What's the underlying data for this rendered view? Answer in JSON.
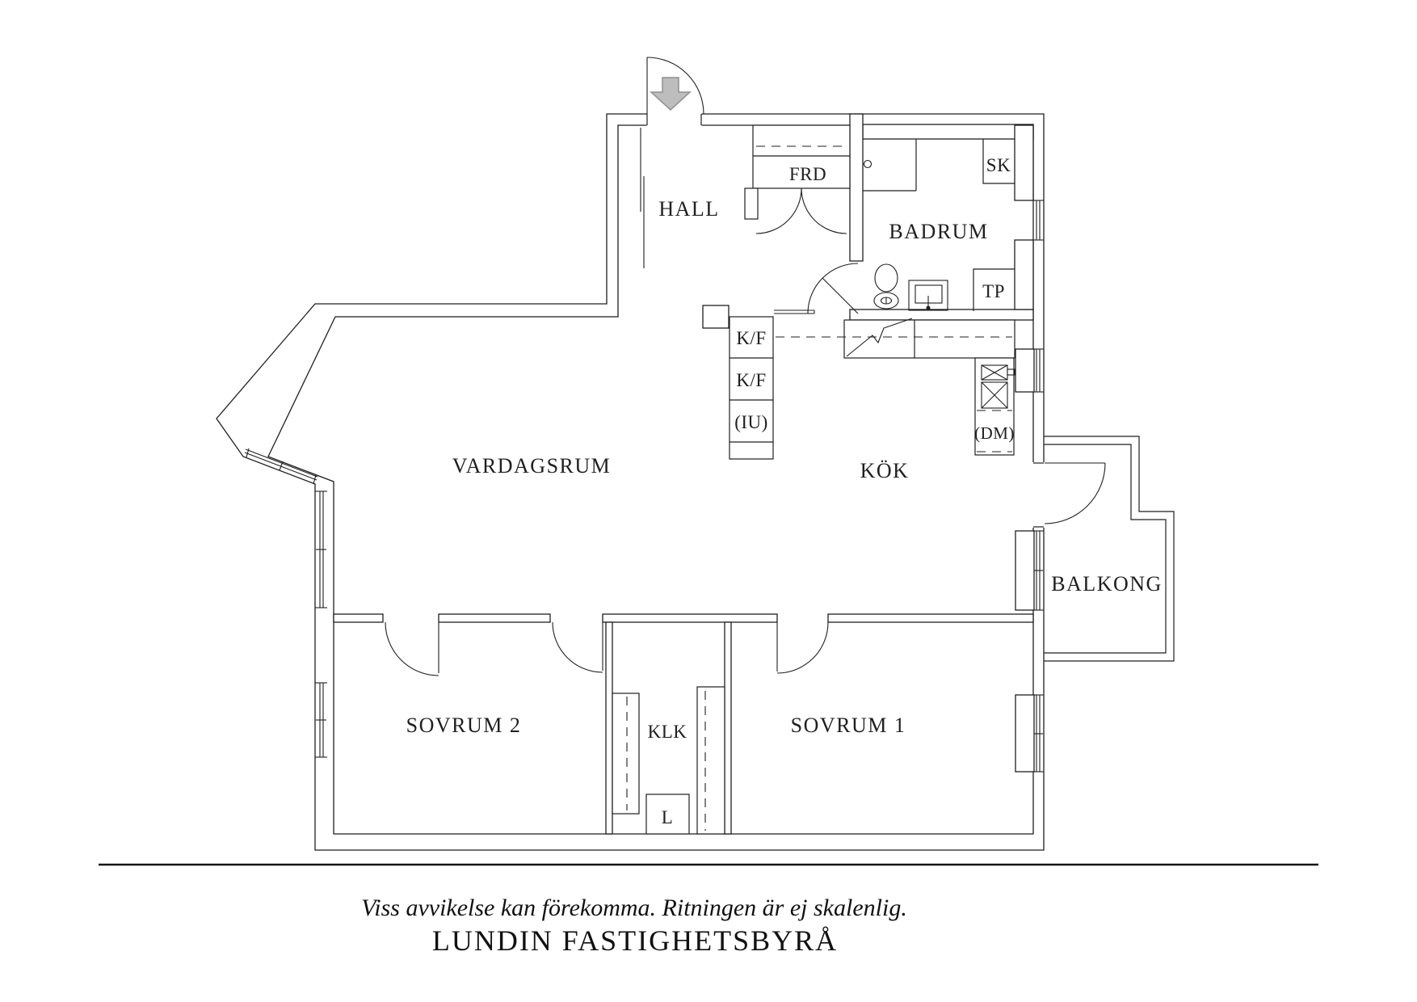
{
  "colors": {
    "line": "#1f1f1f",
    "wall_fill": "#ffffff",
    "background": "#ffffff",
    "arrow_fill": "#bdbdbd",
    "arrow_stroke": "#8f8f8f"
  },
  "rooms": {
    "hall": "HALL",
    "vardagsrum": "VARDAGSRUM",
    "kok": "KÖK",
    "badrum": "BADRUM",
    "balkong": "BALKONG",
    "sovrum1": "SOVRUM 1",
    "sovrum2": "SOVRUM 2",
    "klk": "KLK"
  },
  "fixtures": {
    "frd": "FRD",
    "sk": "SK",
    "tp": "TP",
    "kf_upper": "K/F",
    "kf_lower": "K/F",
    "iu": "(IU)",
    "dm": "(DM)",
    "l": "L"
  },
  "footer": {
    "disclaimer": "Viss avvikelse kan förekomma. Ritningen är ej skalenlig.",
    "brand": "LUNDIN FASTIGHETSBYRÅ"
  }
}
